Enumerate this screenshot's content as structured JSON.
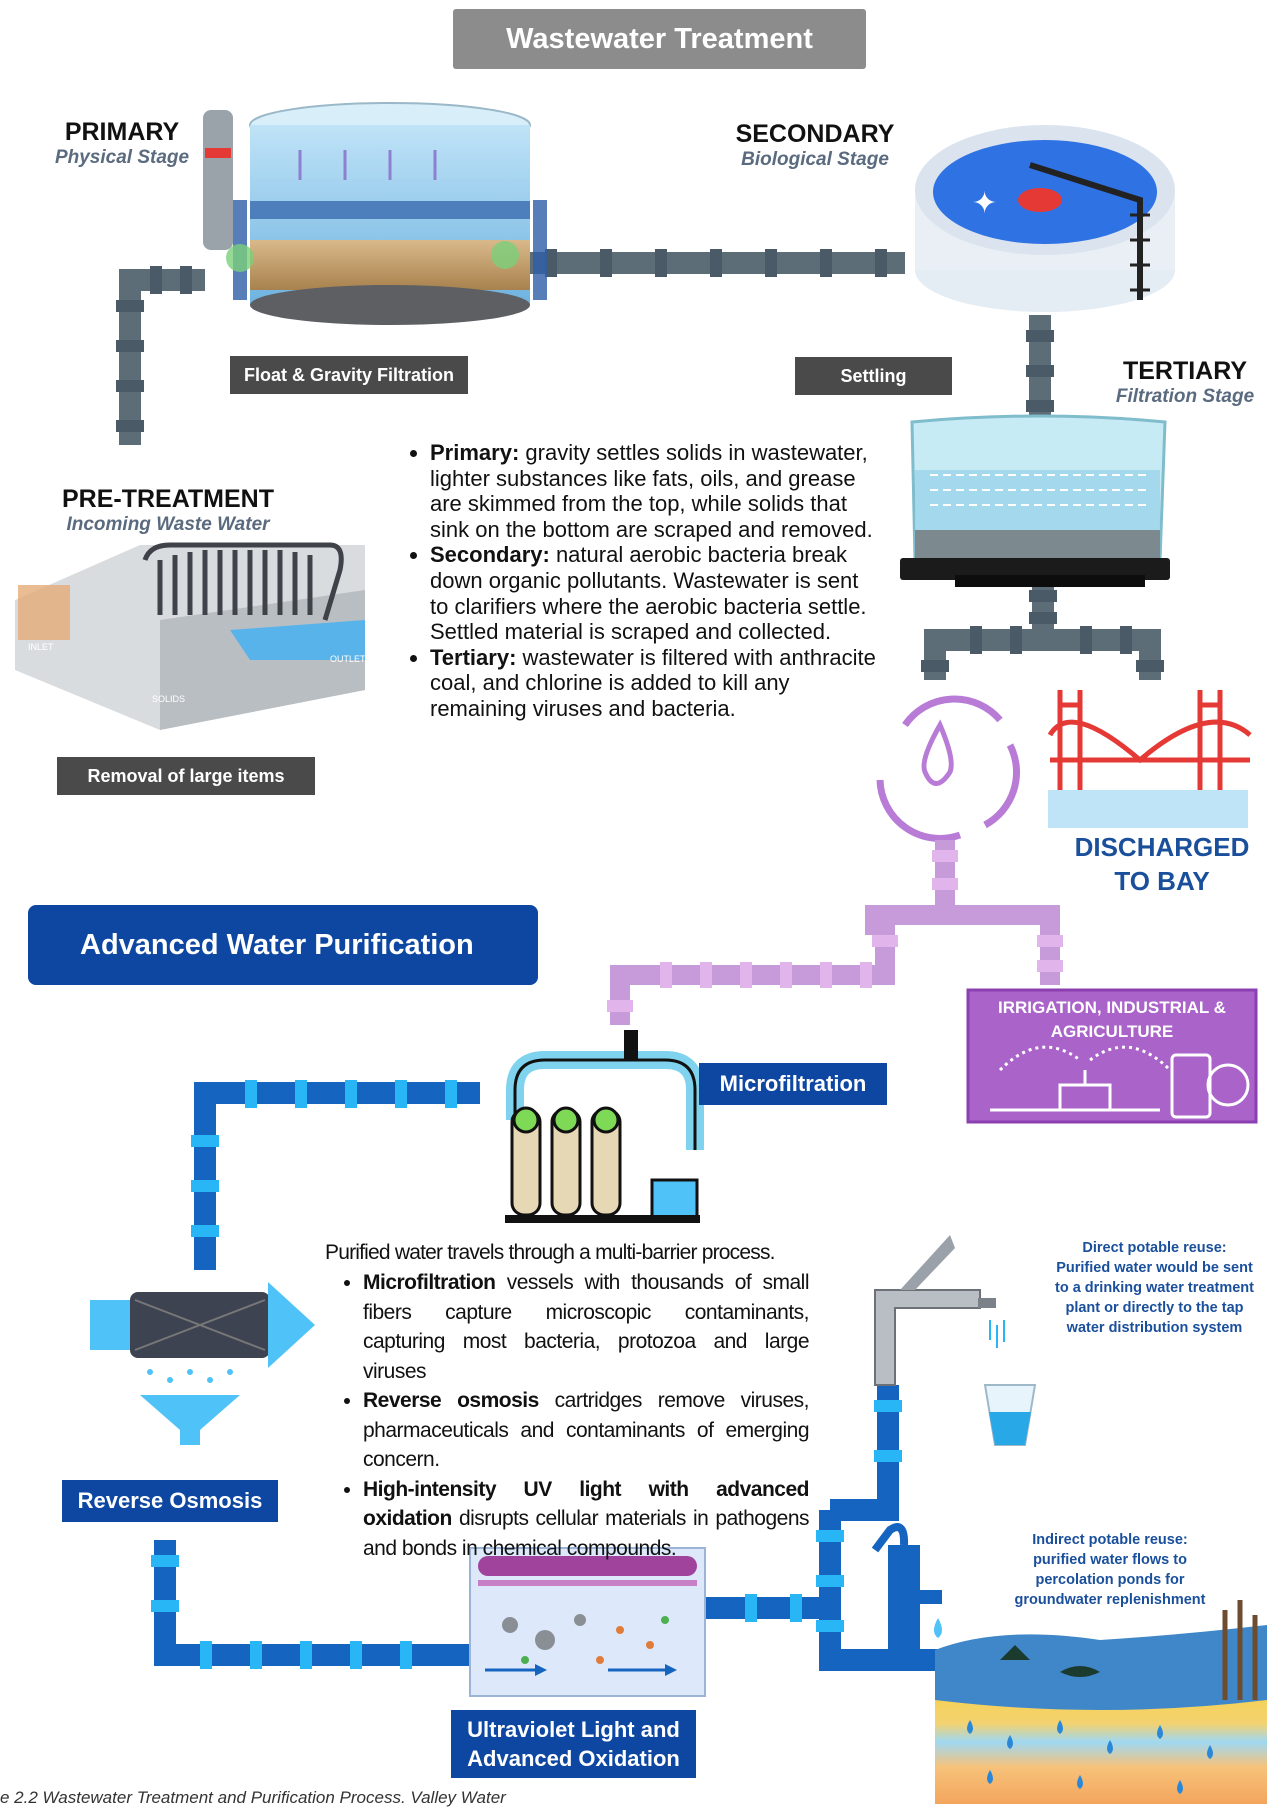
{
  "header": {
    "title": "Wastewater Treatment"
  },
  "stages": {
    "primary": {
      "title": "PRIMARY",
      "subtitle": "Physical Stage",
      "tag": "Float & Gravity Filtration"
    },
    "secondary": {
      "title": "SECONDARY",
      "subtitle": "Biological Stage",
      "tag": "Settling"
    },
    "tertiary": {
      "title": "TERTIARY",
      "subtitle": "Filtration Stage"
    },
    "pretreatment": {
      "title": "PRE-TREATMENT",
      "subtitle": "Incoming Waste Water",
      "tag": "Removal of large items",
      "inlet": "INLET",
      "outlet": "OUTLET",
      "solids": "SOLIDS"
    }
  },
  "description": {
    "items": [
      {
        "term": "Primary:",
        "text": " gravity settles solids in wastewater, lighter substances like fats, oils, and grease are skimmed from the top, while solids that sink on the bottom are scraped and removed."
      },
      {
        "term": "Secondary:",
        "text": " natural aerobic bacteria break down organic pollutants. Wastewater is sent to clarifiers where the aerobic bacteria settle. Settled material is scraped and collected."
      },
      {
        "term": "Tertiary:",
        "text": " wastewater is filtered with anthracite coal, and chlorine is added to kill any remaining viruses and bacteria."
      }
    ]
  },
  "discharge": {
    "label_line1": "DISCHARGED",
    "label_line2": "TO BAY"
  },
  "irrigation": {
    "label_line1": "IRRIGATION, INDUSTRIAL &",
    "label_line2": "AGRICULTURE"
  },
  "advanced": {
    "title": "Advanced Water Purification",
    "microfiltration_tag": "Microfiltration",
    "ro_tag": "Reverse Osmosis",
    "uv_tag_line1": "Ultraviolet Light and",
    "uv_tag_line2": "Advanced Oxidation",
    "intro": "Purified water travels through a multi-barrier process.",
    "items": [
      {
        "term": "Microfiltration",
        "text": " vessels with thousands of small fibers capture microscopic contaminants, capturing most bacteria, protozoa and large viruses"
      },
      {
        "term": "Reverse osmosis",
        "text": " cartridges remove viruses, pharmaceuticals and contaminants of emerging concern."
      },
      {
        "term": "High-intensity UV light with advanced oxidation",
        "text": " disrupts cellular materials in pathogens and bonds in chemical compounds."
      }
    ]
  },
  "direct_reuse": {
    "line1": "Direct potable reuse:",
    "line2": "Purified water would be sent",
    "line3": "to a drinking water treatment",
    "line4": "plant or directly to the tap",
    "line5": "water distribution system"
  },
  "indirect_reuse": {
    "line1": "Indirect potable reuse:",
    "line2": "purified water flows to",
    "line3": "percolation ponds  for",
    "line4": "groundwater replenishment"
  },
  "caption": "e 2.2 Wastewater Treatment and Purification Process. Valley Water",
  "colors": {
    "grey_banner": "#8c8c8c",
    "dark_tag": "#4a4a4a",
    "blue_banner": "#0d47a1",
    "gray_pipe": "#5d6d78",
    "purple_pipe": "#c79ad9",
    "blue_pipe": "#1565c0",
    "light_blue": "#29b6f6",
    "bridge_red": "#e53935"
  }
}
